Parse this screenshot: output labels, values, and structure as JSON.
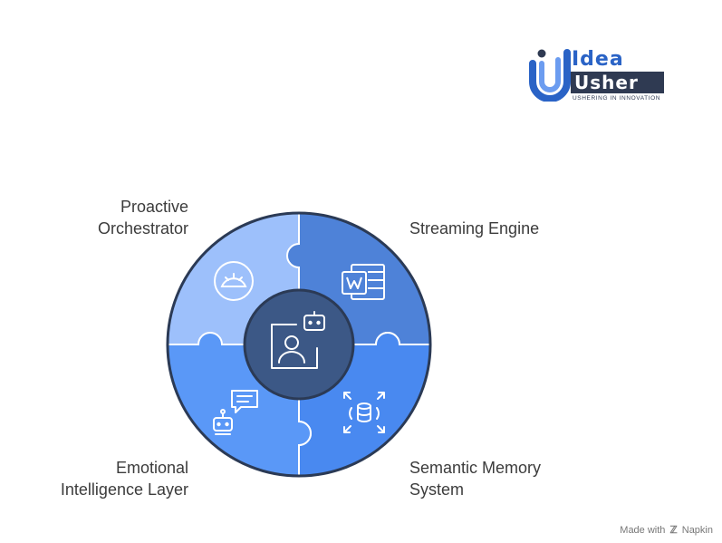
{
  "logo": {
    "line1": "Idea",
    "line2": "Usher",
    "tagline": "USHERING IN INNOVATION",
    "colors": {
      "blue": "#2a63c6",
      "dark": "#2f3a52"
    }
  },
  "labels": {
    "proactive": "Proactive\nOrchestrator",
    "streaming": "Streaming Engine",
    "emotional": "Emotional\nIntelligence Layer",
    "semantic": "Semantic Memory\nSystem"
  },
  "pieces": [
    {
      "name": "proactive-orchestrator",
      "color": "#9dc0fb",
      "icon": "gauge-icon"
    },
    {
      "name": "streaming-engine",
      "color": "#4e82d8",
      "icon": "word-document-icon"
    },
    {
      "name": "semantic-memory-system",
      "color": "#4989f0",
      "icon": "database-icon"
    },
    {
      "name": "emotional-intelligence-layer",
      "color": "#5a98f7",
      "icon": "robot-chat-icon"
    }
  ],
  "center": {
    "color": "#3c5886",
    "icon": "user-bot-icon"
  },
  "footer": {
    "prefix": "Made with",
    "brand": "Napkin"
  }
}
